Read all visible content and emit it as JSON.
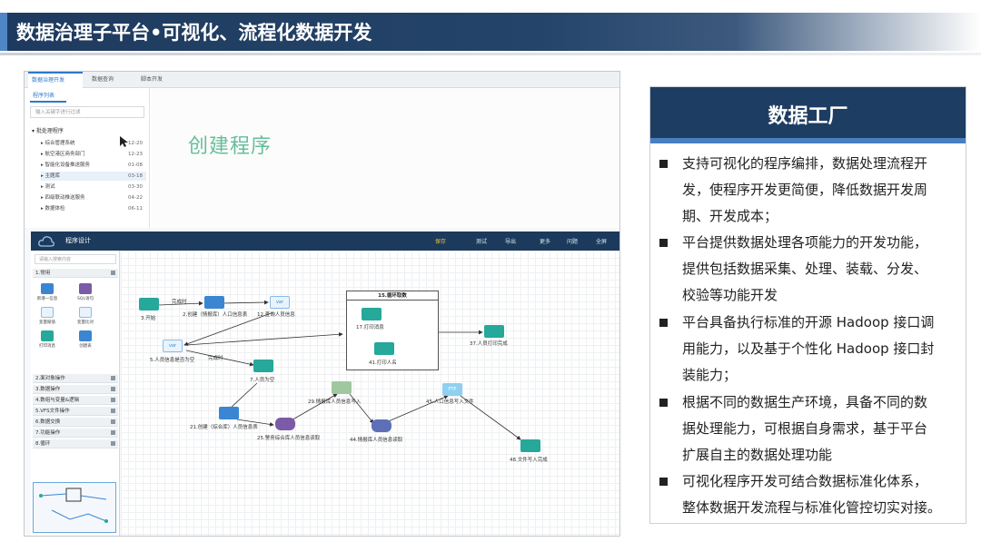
{
  "slide": {
    "title": "数据治理子平台•可视化、流程化数据开发"
  },
  "app": {
    "tabs": [
      "数据治理开发",
      "数据查询",
      "脚本开发"
    ],
    "list_header": "程序列表",
    "search_placeholder": "输入关键字进行过滤",
    "tree_root": "批处理程序",
    "tree_items": [
      {
        "label": "综合管理系统",
        "date": "12-20"
      },
      {
        "label": "航空港区商务部门",
        "date": "12-23"
      },
      {
        "label": "智能化设备推送服务",
        "date": "01-08"
      },
      {
        "label": "主题库",
        "date": "03-18"
      },
      {
        "label": "测试",
        "date": "03-30"
      },
      {
        "label": "四级联动推送服务",
        "date": "04-22"
      },
      {
        "label": "数据体检",
        "date": "06-11"
      }
    ],
    "create_label": "创建程序",
    "designer": {
      "title": "程序设计",
      "buttons": [
        "保存",
        "测试",
        "导出",
        "更多",
        "问题",
        "全屏"
      ],
      "side_search": "请输入搜索内容",
      "sections": [
        "1.常用",
        "2.面对象操作",
        "3.数据操作",
        "4.数组与变量&逻辑",
        "5.VFS文件操作",
        "6.数据交换",
        "7.功能操作",
        "8.循环"
      ],
      "tools": [
        "新增一信息",
        "SQL语句",
        "变量赋值",
        "变量比对",
        "打印消息",
        "创建表"
      ],
      "nodes": {
        "n3": "3.开始",
        "n2": "2.创建（情报库）人口信息表",
        "n12": "12.查询人员信息",
        "n5": "5.人员信息是否为空",
        "n7": "7.人员为空",
        "n15": "15.循环取数",
        "n17": "17.打印消息",
        "n41": "41.打印人名",
        "n37": "37.人员打印完成",
        "n21": "21.创建（综合库）人员信息表",
        "n25": "25.警务综合库人员信息读取",
        "n29": "29.情报库人员信息写入",
        "n44": "44.情报库人员信息读取",
        "n45": "45.人口信息写入文件",
        "n48": "48.文件写入完成"
      },
      "edges": [
        "完成时",
        "完成时"
      ],
      "var_text": "var"
    }
  },
  "factory": {
    "title": "数据工厂",
    "bullets": [
      [
        "支持可视化的程序编排，数据处理流程开",
        "发，使程序开发更简便，降低数据开发周",
        "期、开发成本；"
      ],
      [
        "平台提供数据处理各项能力的开发功能，",
        "提供包括数据采集、处理、装载、分发、",
        "校验等功能开发"
      ],
      [
        "平台具备执行标准的开源 Hadoop 接口调",
        "用能力，以及基于个性化 Hadoop 接口封",
        "装能力；"
      ],
      [
        "根据不同的数据生产环境，具备不同的数",
        "据处理能力，可根据自身需求，基于平台",
        "扩展自主的数据处理功能"
      ],
      [
        "可视化程序开发可结合数据标准化体系，",
        "整体数据开发流程与标准化管控切实对接。"
      ]
    ]
  },
  "colors": {
    "title_bg": "#1f3a5f",
    "accent": "#4a7fbf",
    "flow_green": "#26a89a"
  }
}
